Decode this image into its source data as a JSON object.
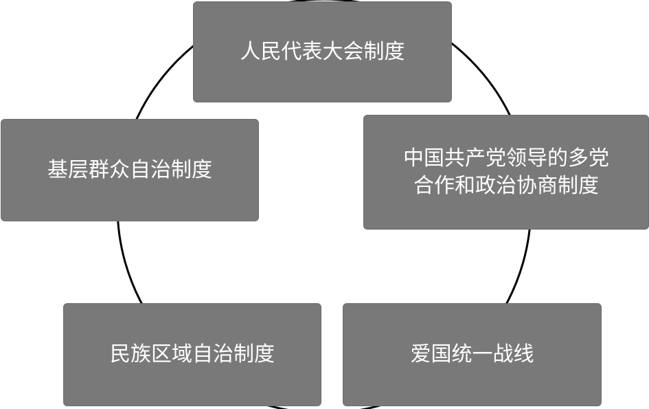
{
  "diagram": {
    "nodes": [
      {
        "id": "top",
        "label": "人民代表大会制度"
      },
      {
        "id": "right",
        "label": "中国共产党领导的多党\n合作和政治协商制度"
      },
      {
        "id": "bottom-right",
        "label": "爱国统一战线"
      },
      {
        "id": "bottom-left",
        "label": "民族区域自治制度"
      },
      {
        "id": "left",
        "label": "基层群众自治制度"
      }
    ],
    "colors": {
      "box_fill": "#797979",
      "box_text": "#ffffff",
      "ring_stroke": "#000000"
    }
  }
}
